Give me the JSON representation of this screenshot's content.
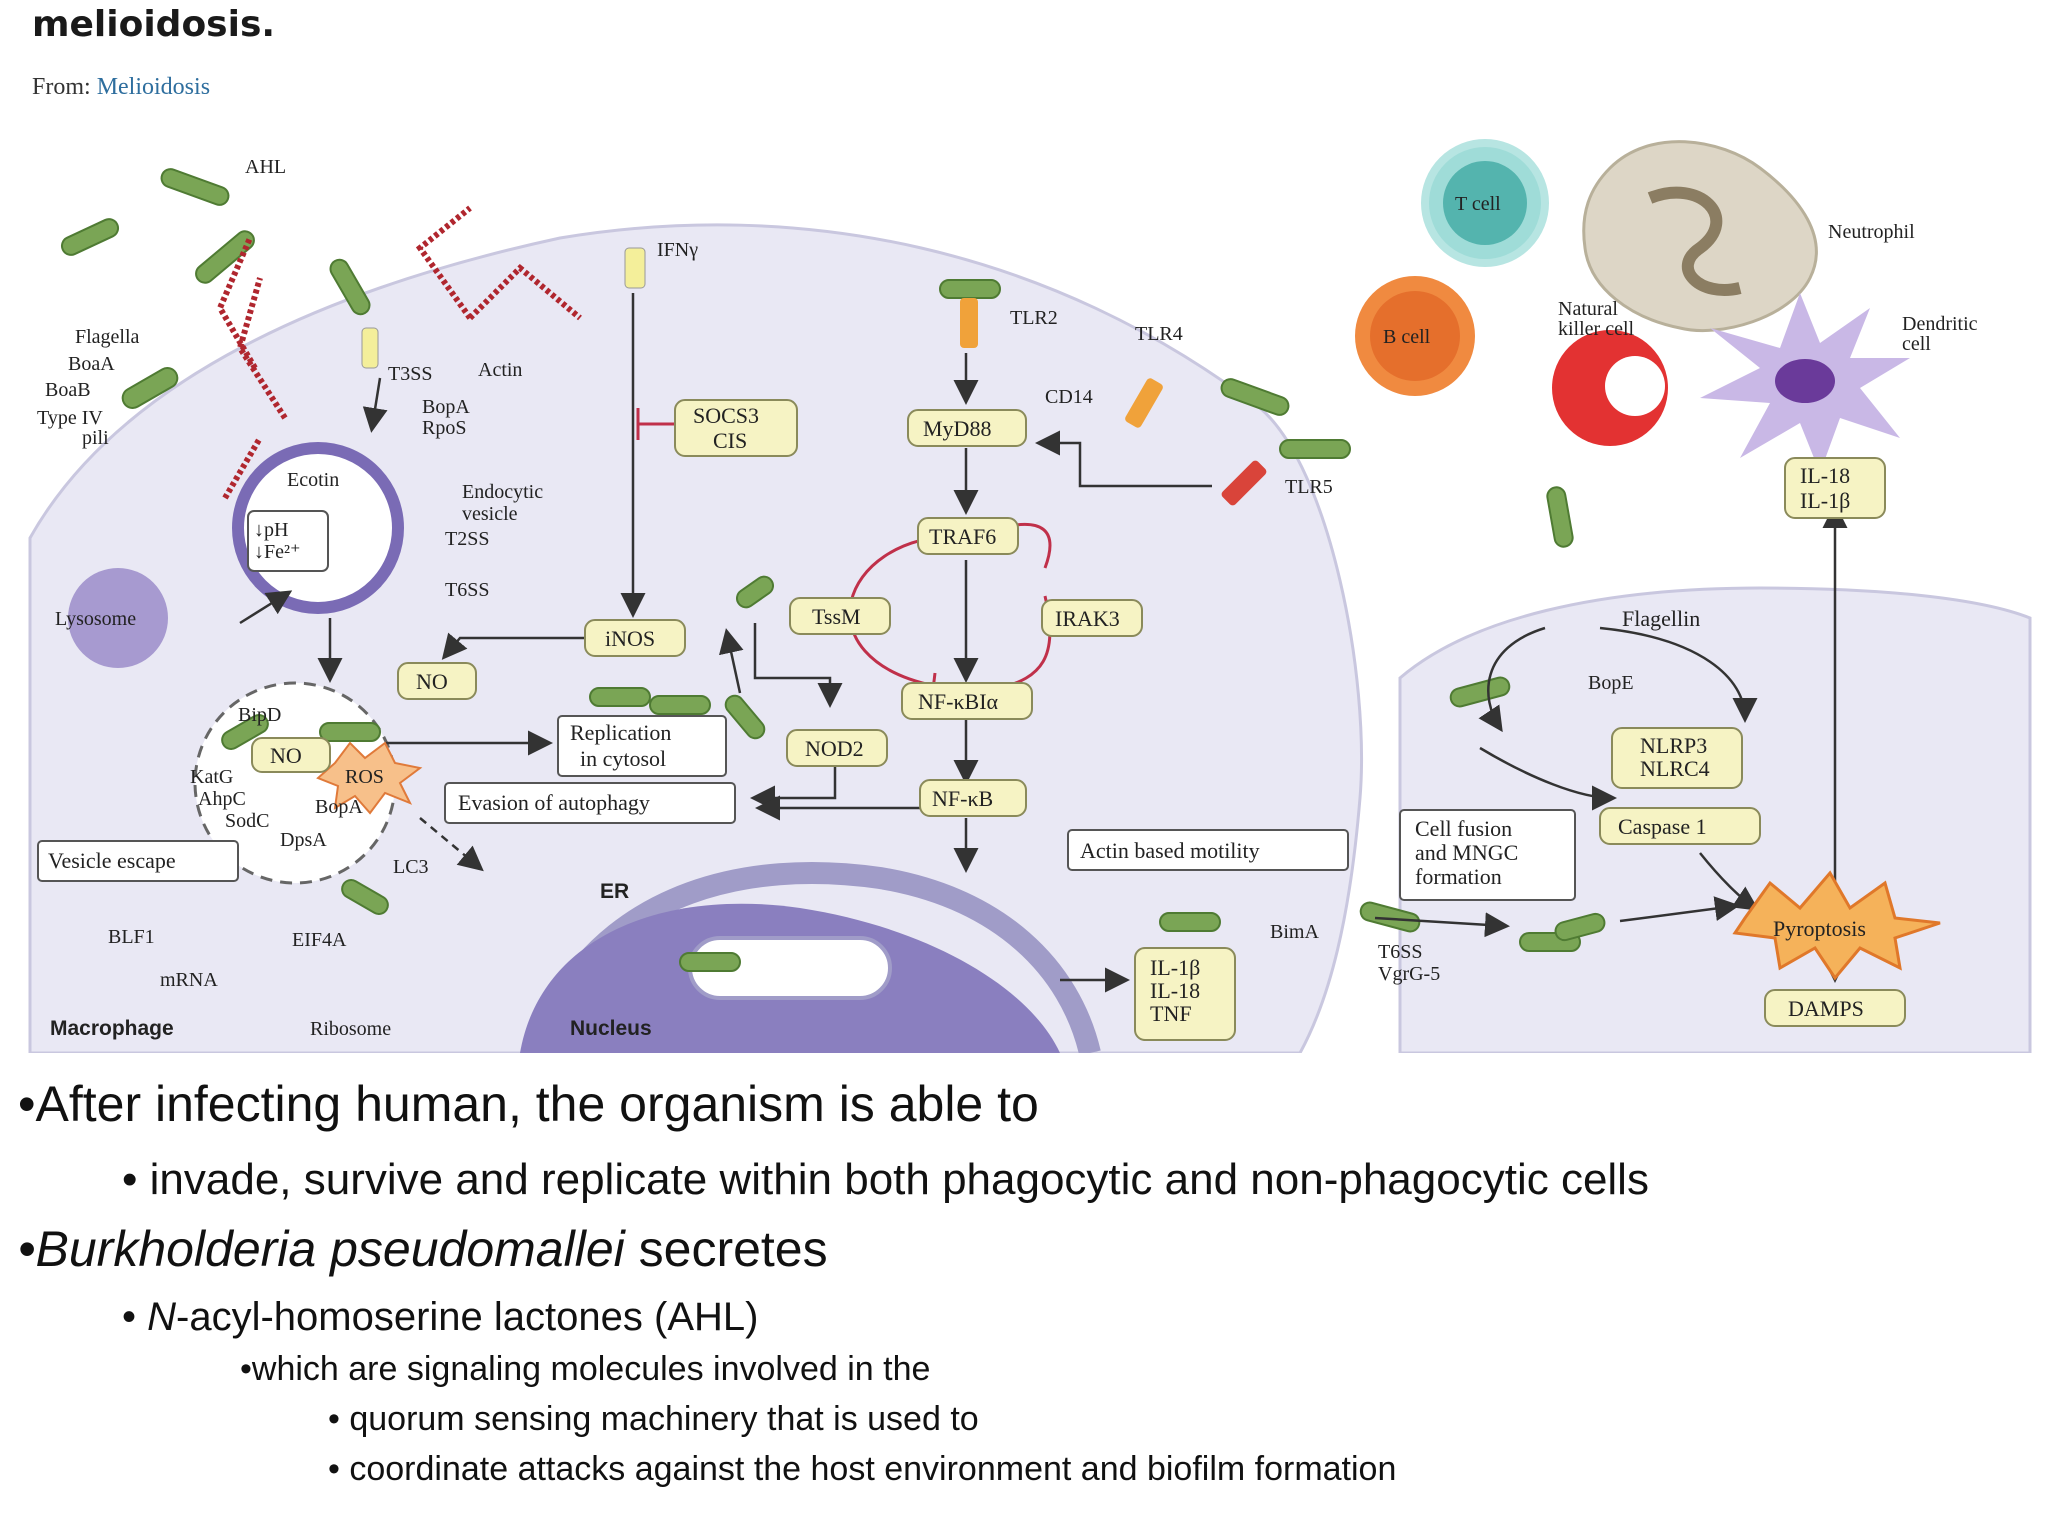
{
  "title": "melioidosis.",
  "source": {
    "prefix": "From: ",
    "link": "Melioidosis"
  },
  "diagram_labels": {
    "ahl": "AHL",
    "ifng": "IFNγ",
    "flagella": "Flagella",
    "boaa": "BoaA",
    "boab": "BoaB",
    "type_iv_1": "Type IV",
    "type_iv_2": "pili",
    "t3ss": "T3SS",
    "actin": "Actin",
    "bopa_rpos_1": "BopA",
    "bopa_rpos_2": "RpoS",
    "socs3": "SOCS3",
    "cis": "CIS",
    "tlr2": "TLR2",
    "tlr4": "TLR4",
    "cd14": "CD14",
    "myd88": "MyD88",
    "tlr5": "TLR5",
    "ecotin": "Ecotin",
    "endocytic_1": "Endocytic",
    "endocytic_2": "vesicle",
    "ph": "↓pH",
    "fe": "↓Fe²⁺",
    "t2ss": "T2SS",
    "t6ss": "T6SS",
    "lysosome": "Lysosome",
    "traf6": "TRAF6",
    "tssm": "TssM",
    "irak3": "IRAK3",
    "inos": "iNOS",
    "no_top": "NO",
    "nfkbia": "NF-κBIα",
    "bipd": "BipD",
    "no_vesicle": "NO",
    "ros": "ROS",
    "replication_1": "Replication",
    "replication_2": "in cytosol",
    "nod2": "NOD2",
    "katg": "KatG",
    "ahpc": "AhpC",
    "sodc": "SodC",
    "bopa": "BopA",
    "dpsa": "DpsA",
    "evasion": "Evasion of autophagy",
    "nfkb": "NF-κB",
    "vesicle_escape": "Vesicle escape",
    "lc3": "LC3",
    "er": "ER",
    "blf1": "BLF1",
    "eif4a": "EIF4A",
    "mrna": "mRNA",
    "macrophage": "Macrophage",
    "ribosome": "Ribosome",
    "nucleus": "Nucleus",
    "il_out_1": "IL-1β",
    "il_out_2": "IL-18",
    "il_out_3": "TNF",
    "t_cell": "T cell",
    "neutrophil": "Neutrophil",
    "b_cell": "B cell",
    "nk_1": "Natural",
    "nk_2": "killer cell",
    "dendritic_1": "Dendritic",
    "dendritic_2": "cell",
    "il_top_1": "IL-18",
    "il_top_2": "IL-1β",
    "flagellin": "Flagellin",
    "bope": "BopE",
    "nlrp3": "NLRP3",
    "nlrc4": "NLRC4",
    "caspase1": "Caspase 1",
    "actin_motility": "Actin based motility",
    "cell_fusion_1": "Cell fusion",
    "cell_fusion_2": "and MNGC",
    "cell_fusion_3": "formation",
    "bima": "BimA",
    "t6ss_2": "T6SS",
    "vgrg5": "VgrG-5",
    "pyroptosis": "Pyroptosis",
    "damps": "DAMPS"
  },
  "bullets": {
    "l1": "•After infecting human, the organism is able to",
    "l2": "• invade, survive and replicate within both phagocytic and non-phagocytic cells",
    "l3_italic": "•Burkholderia pseudomallei",
    "l3_rest": " secretes",
    "l4_italic": "N",
    "l4_rest": "-acyl-homoserine lactones (AHL)",
    "l5": "•which are signaling molecules involved in the",
    "l6": "• quorum sensing machinery that is used to",
    "l7": "• coordinate attacks against the host environment and biofilm formation"
  }
}
